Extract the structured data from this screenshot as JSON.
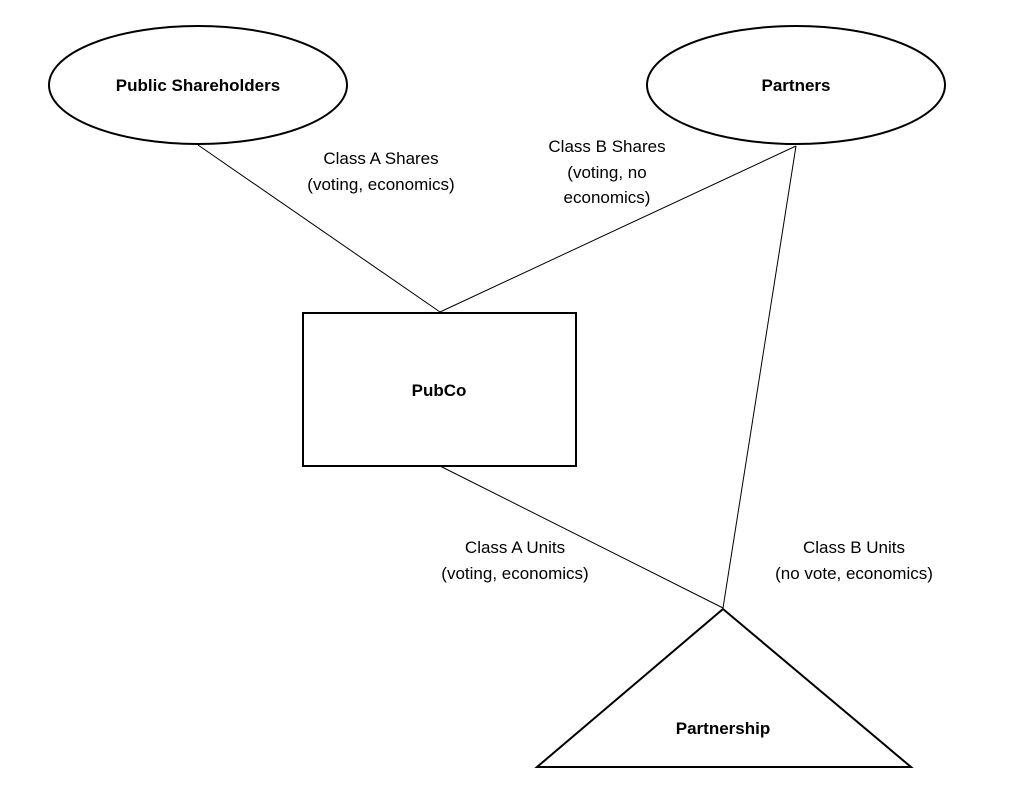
{
  "nodes": {
    "public_shareholders": {
      "label": "Public Shareholders",
      "shape": "ellipse"
    },
    "partners": {
      "label": "Partners",
      "shape": "ellipse"
    },
    "pubco": {
      "label": "PubCo",
      "shape": "rectangle"
    },
    "partnership": {
      "label": "Partnership",
      "shape": "triangle"
    }
  },
  "edges": {
    "class_a_shares": {
      "from": "Public Shareholders",
      "to": "PubCo",
      "line1": "Class A Shares",
      "line2": "(voting, economics)"
    },
    "class_b_shares": {
      "from": "Partners",
      "to": "PubCo",
      "line1": "Class B Shares",
      "line2": "(voting, no",
      "line3": "economics)"
    },
    "class_a_units": {
      "from": "PubCo",
      "to": "Partnership",
      "line1": "Class A Units",
      "line2": "(voting, economics)"
    },
    "class_b_units": {
      "from": "Partners",
      "to": "Partnership",
      "line1": "Class B Units",
      "line2": "(no vote, economics)"
    }
  }
}
